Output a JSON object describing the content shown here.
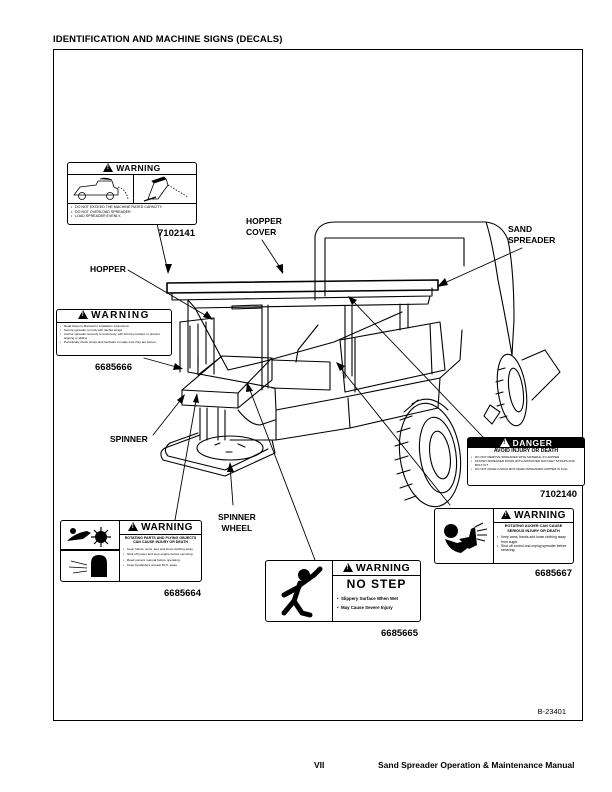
{
  "page": {
    "section_title": "IDENTIFICATION AND MACHINE SIGNS (DECALS)",
    "figure_id": "B-23401",
    "footer": {
      "page_number": "VII",
      "manual_title": "Sand Spreader Operation & Maintenance Manual"
    }
  },
  "callouts": {
    "hopper_cover": [
      "HOPPER",
      "COVER"
    ],
    "sand_spreader": [
      "SAND",
      "SPREADER"
    ],
    "hopper": "HOPPER",
    "spinner": "SPINNER",
    "spinner_wheel": [
      "SPINNER",
      "WHEEL"
    ]
  },
  "decals": {
    "d7102141": {
      "part_number": "7102141",
      "header": "WARNING",
      "icons": [
        "vehicle-overload-icon",
        "tipping-spreader-icon"
      ],
      "bullets": [
        "DO NOT EXCEED THE MACHINE RATED CAPACITY.",
        "DO NOT OVERLOAD SPREADER.",
        "LOAD SPREADER EVENLY."
      ]
    },
    "d6685666": {
      "part_number": "6685666",
      "header": "WARNING",
      "bullets": [
        "Read Owner's Manual for installation instructions",
        "Secure spreader to truck with ratchet straps",
        "Anchor spreader securely to truck body, with bolt kit provided, to prevent slipping or sliding",
        "Periodically check straps and hardware to make sure they are secure"
      ]
    },
    "d7102140": {
      "part_number": "7102140",
      "header": "DANGER",
      "subheader": "AVOID INJURY OR DEATH",
      "bullets": [
        "DO NOT REMOVE SPREADER WITH MATERIAL IN HOPPER.",
        "FASTEN SPREADER DOWN WITH APPROVED RATCHET STRAPS AND BOLT KIT.",
        "DO NOT RAISE CARGO BOX WHEN SPREADER HOPPER IS FULL."
      ]
    },
    "d6685667": {
      "part_number": "6685667",
      "header": "WARNING",
      "subheader": "ROTATING AUGER CAN CAUSE SERIOUS INJURY OR DEATH",
      "icons": [
        "hand-in-auger-icon"
      ],
      "bullets": [
        "Keep arms, hands and loose clothing away from auger.",
        "Shut off control and unplug spreader before servicing."
      ]
    },
    "d6685664": {
      "part_number": "6685664",
      "header": "WARNING",
      "subheader": "ROTATING PARTS AND FLYING OBJECTS CAN CAUSE INJURY OR DEATH",
      "icons": [
        "hand-entanglement-icon",
        "flying-objects-icon"
      ],
      "bullets": [
        "Keep hands, arms, feet and loose clothing away.",
        "Shut off power and stop engine before servicing.",
        "Read owners manual before operating.",
        "Keep bystanders at least 60 ft. away."
      ]
    },
    "d6685665": {
      "part_number": "6685665",
      "header": "WARNING",
      "subheader": "NO STEP",
      "icons": [
        "slipping-person-icon"
      ],
      "bullets": [
        "Slippery Surface When Wet",
        "May Cause Severe Injury"
      ]
    }
  }
}
